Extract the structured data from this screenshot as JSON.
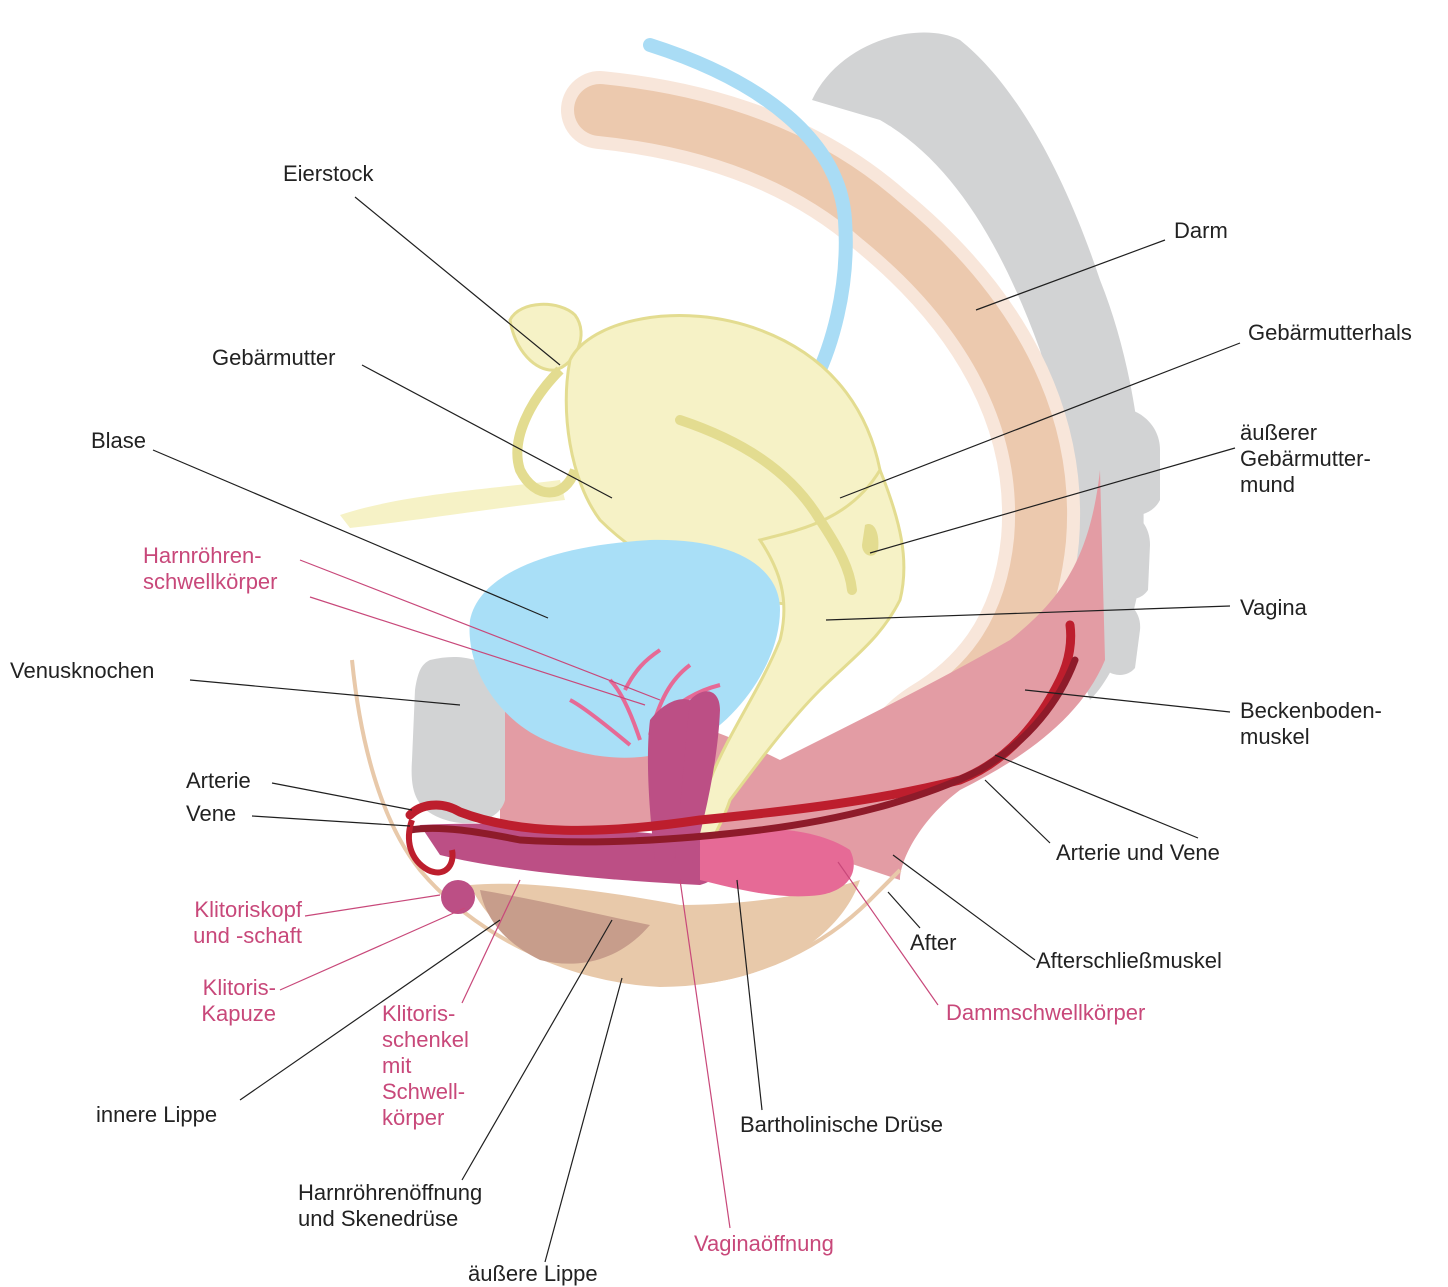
{
  "colors": {
    "label_dark": "#222222",
    "label_pink": "#c8487a",
    "leader_dark": "#1f1f1f",
    "leader_pink": "#c8487a",
    "bone": "#d2d3d4",
    "bowel": "#ecc9ae",
    "bowel_lining": "#f8e6da",
    "ureter": "#a9dcf5",
    "bladder": "#a9dff7",
    "uterus": "#f6f2c6",
    "uterus_outline": "#e3dc90",
    "muscle": "#e39ca4",
    "artery": "#bd1e2d",
    "vein": "#8e1b2a",
    "erectile": "#e66a96",
    "clitoris": "#bc4f85",
    "skin": "#e8c9aa",
    "labia": "#c79d8b"
  },
  "labels": {
    "eierstock": "Eierstock",
    "gebaermutter": "Gebärmutter",
    "blase": "Blase",
    "harnroehrenschwellkoerper": "Harnröhren-\nschwellkörper",
    "venusknochen": "Venusknochen",
    "arterie": "Arterie",
    "vene": "Vene",
    "klitoriskopf": "Klitoriskopf\nund -schaft",
    "klitoriskapuze": "Klitoris-\nKapuze",
    "innere_lippe": "innere Lippe",
    "klitorisschenkel": "Klitoris-\nschenkel\nmit\nSchwell-\nkörper",
    "harnroehrenoeffnung": "Harnröhrenöffnung\nund Skenedrüse",
    "aeussere_lippe": "äußere Lippe",
    "vaginaoeffnung": "Vaginaöffnung",
    "bartholinische_druese": "Bartholinische Drüse",
    "darm": "Darm",
    "gebaermutterhals": "Gebärmutterhals",
    "aeusserer_muttermund": "äußerer\nGebärmutter-\nmund",
    "vagina": "Vagina",
    "beckenbodenmuskel": "Beckenboden-\nmuskel",
    "arterie_und_vene": "Arterie und Vene",
    "after": "After",
    "afterschliessmuskel": "Afterschließmuskel",
    "dammschwellkoerper": "Dammschwellkörper"
  }
}
